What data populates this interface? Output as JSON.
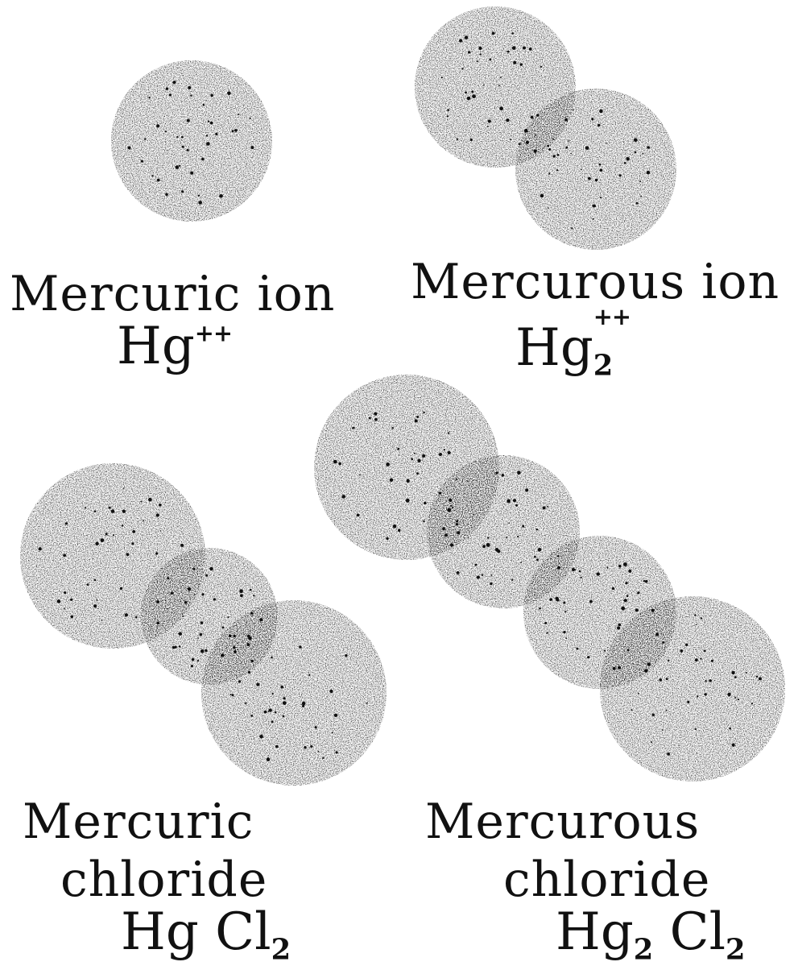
{
  "labels": {
    "mercuric_ion": {
      "name": "Mercuric ion",
      "element": "Hg",
      "charge": "++"
    },
    "mercurous_ion": {
      "name": "Mercurous ion",
      "element": "Hg",
      "subscript": "2",
      "charge": "++"
    },
    "mercuric_chloride": {
      "line1": "Mercuric",
      "line2": "chloride",
      "element": "Hg",
      "ligand": "Cl",
      "ligand_subscript": "2"
    },
    "mercurous_chloride": {
      "line1": "Mercurous",
      "line2": "chloride",
      "element": "Hg",
      "subscript": "2",
      "ligand": "Cl",
      "ligand_subscript": "2"
    }
  },
  "molecules": [
    {
      "id": "mercuric-ion",
      "atoms": [
        "Hg"
      ]
    },
    {
      "id": "mercurous-ion",
      "atoms": [
        "Hg",
        "Hg"
      ]
    },
    {
      "id": "mercuric-chloride",
      "atoms": [
        "Cl",
        "Hg",
        "Cl"
      ]
    },
    {
      "id": "mercurous-chloride",
      "atoms": [
        "Cl",
        "Hg",
        "Hg",
        "Cl"
      ]
    }
  ],
  "style": {
    "ink": "#111111",
    "paper": "#ffffff"
  }
}
